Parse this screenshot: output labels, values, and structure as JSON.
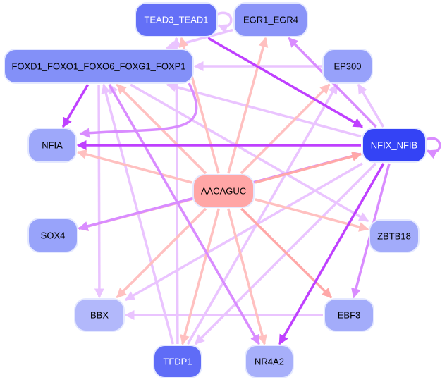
{
  "graph": {
    "type": "directed-network",
    "nodes": [
      {
        "id": "TEAD3_TEAD1",
        "label": "TEAD3_TEAD1",
        "fill": "#6470f7",
        "text": "#ffffff"
      },
      {
        "id": "EGR1_EGR4",
        "label": "EGR1_EGR4",
        "fill": "#8a94f8",
        "text": "#000000"
      },
      {
        "id": "FOXD1",
        "label": "FOXD1_FOXO1_FOXO6_FOXG1_FOXP1",
        "fill": "#8390f8",
        "text": "#000000"
      },
      {
        "id": "EP300",
        "label": "EP300",
        "fill": "#97a1fa",
        "text": "#000000"
      },
      {
        "id": "NFIA",
        "label": "NFIA",
        "fill": "#9ea8fa",
        "text": "#000000"
      },
      {
        "id": "NFIX_NFIB",
        "label": "NFIX_NFIB",
        "fill": "#3443f5",
        "text": "#ffffff"
      },
      {
        "id": "AACAGUC",
        "label": "AACAGUC",
        "fill": "#ffa6a6",
        "text": "#000000"
      },
      {
        "id": "SOX4",
        "label": "SOX4",
        "fill": "#98a3fa",
        "text": "#000000"
      },
      {
        "id": "ZBTB18",
        "label": "ZBTB18",
        "fill": "#a2abfa",
        "text": "#000000"
      },
      {
        "id": "BBX",
        "label": "BBX",
        "fill": "#b2b8fb",
        "text": "#000000"
      },
      {
        "id": "EBF3",
        "label": "EBF3",
        "fill": "#a3acfa",
        "text": "#000000"
      },
      {
        "id": "TFDP1",
        "label": "TFDP1",
        "fill": "#5f6cf7",
        "text": "#ffffff"
      },
      {
        "id": "NR4A2",
        "label": "NR4A2",
        "fill": "#a7affa",
        "text": "#000000"
      }
    ],
    "edges": [
      {
        "from": "TEAD3_TEAD1",
        "to": "TEAD3_TEAD1",
        "kind": "tf-weak"
      },
      {
        "from": "EGR1_EGR4",
        "to": "FOXD1",
        "kind": "tf-weak"
      },
      {
        "from": "TEAD3_TEAD1",
        "to": "NFIX_NFIB",
        "kind": "tf-strong"
      },
      {
        "from": "EP300",
        "to": "FOXD1",
        "kind": "tf-weak"
      },
      {
        "from": "FOXD1",
        "to": "NFIA",
        "kind": "tf-strong"
      },
      {
        "from": "FOXD1",
        "to": "BBX",
        "kind": "tf-weak"
      },
      {
        "from": "FOXD1",
        "to": "NR4A2",
        "kind": "tf-mid"
      },
      {
        "from": "FOXD1",
        "to": "ZBTB18",
        "kind": "tf-weak"
      },
      {
        "from": "NFIX_NFIB",
        "to": "NFIX_NFIB",
        "kind": "tf-mid"
      },
      {
        "from": "NFIX_NFIB",
        "to": "NFIA",
        "kind": "tf-strong"
      },
      {
        "from": "NFIX_NFIB",
        "to": "FOXD1",
        "kind": "tf-weak"
      },
      {
        "from": "NFIX_NFIB",
        "to": "EGR1_EGR4",
        "kind": "tf-mid"
      },
      {
        "from": "NFIX_NFIB",
        "to": "EP300",
        "kind": "tf-weak"
      },
      {
        "from": "NFIX_NFIB",
        "to": "SOX4",
        "kind": "tf-mid"
      },
      {
        "from": "NFIX_NFIB",
        "to": "NR4A2",
        "kind": "tf-strong"
      },
      {
        "from": "NFIX_NFIB",
        "to": "EBF3",
        "kind": "tf-mid"
      },
      {
        "from": "NFIX_NFIB",
        "to": "TFDP1",
        "kind": "tf-weak"
      },
      {
        "from": "NFIX_NFIB",
        "to": "BBX",
        "kind": "tf-weak"
      },
      {
        "from": "EBF3",
        "to": "BBX",
        "kind": "tf-weak"
      },
      {
        "from": "NR4A2",
        "to": "FOXD1",
        "kind": "tf-weak"
      },
      {
        "from": "TFDP1",
        "to": "FOXD1",
        "kind": "tf-weak"
      },
      {
        "from": "TFDP1",
        "to": "EP300",
        "kind": "tf-weak"
      },
      {
        "from": "SOX4",
        "to": "NFIX_NFIB",
        "kind": "tf-mid"
      },
      {
        "from": "TFDP1",
        "to": "TEAD3_TEAD1",
        "kind": "tf-weak"
      },
      {
        "from": "FOXD1",
        "to": "NFIA",
        "kind": "tf-mid",
        "curved": true
      },
      {
        "from": "AACAGUC",
        "to": "TEAD3_TEAD1",
        "kind": "mirna"
      },
      {
        "from": "AACAGUC",
        "to": "EGR1_EGR4",
        "kind": "mirna"
      },
      {
        "from": "AACAGUC",
        "to": "FOXD1",
        "kind": "mirna"
      },
      {
        "from": "AACAGUC",
        "to": "EP300",
        "kind": "mirna"
      },
      {
        "from": "AACAGUC",
        "to": "NFIA",
        "kind": "mirna"
      },
      {
        "from": "AACAGUC",
        "to": "NFIX_NFIB",
        "kind": "mirna-strong"
      },
      {
        "from": "AACAGUC",
        "to": "SOX4",
        "kind": "mirna"
      },
      {
        "from": "AACAGUC",
        "to": "ZBTB18",
        "kind": "mirna"
      },
      {
        "from": "AACAGUC",
        "to": "BBX",
        "kind": "mirna"
      },
      {
        "from": "AACAGUC",
        "to": "EBF3",
        "kind": "mirna-strong"
      },
      {
        "from": "AACAGUC",
        "to": "TFDP1",
        "kind": "mirna"
      },
      {
        "from": "AACAGUC",
        "to": "NR4A2",
        "kind": "mirna"
      }
    ],
    "edge_colors": {
      "tf-strong": "#bf40ff",
      "tf-mid": "#d98cff",
      "tf-weak": "#eac4ff",
      "mirna": "#ffc0c0",
      "mirna-strong": "#ffa8a8"
    }
  }
}
